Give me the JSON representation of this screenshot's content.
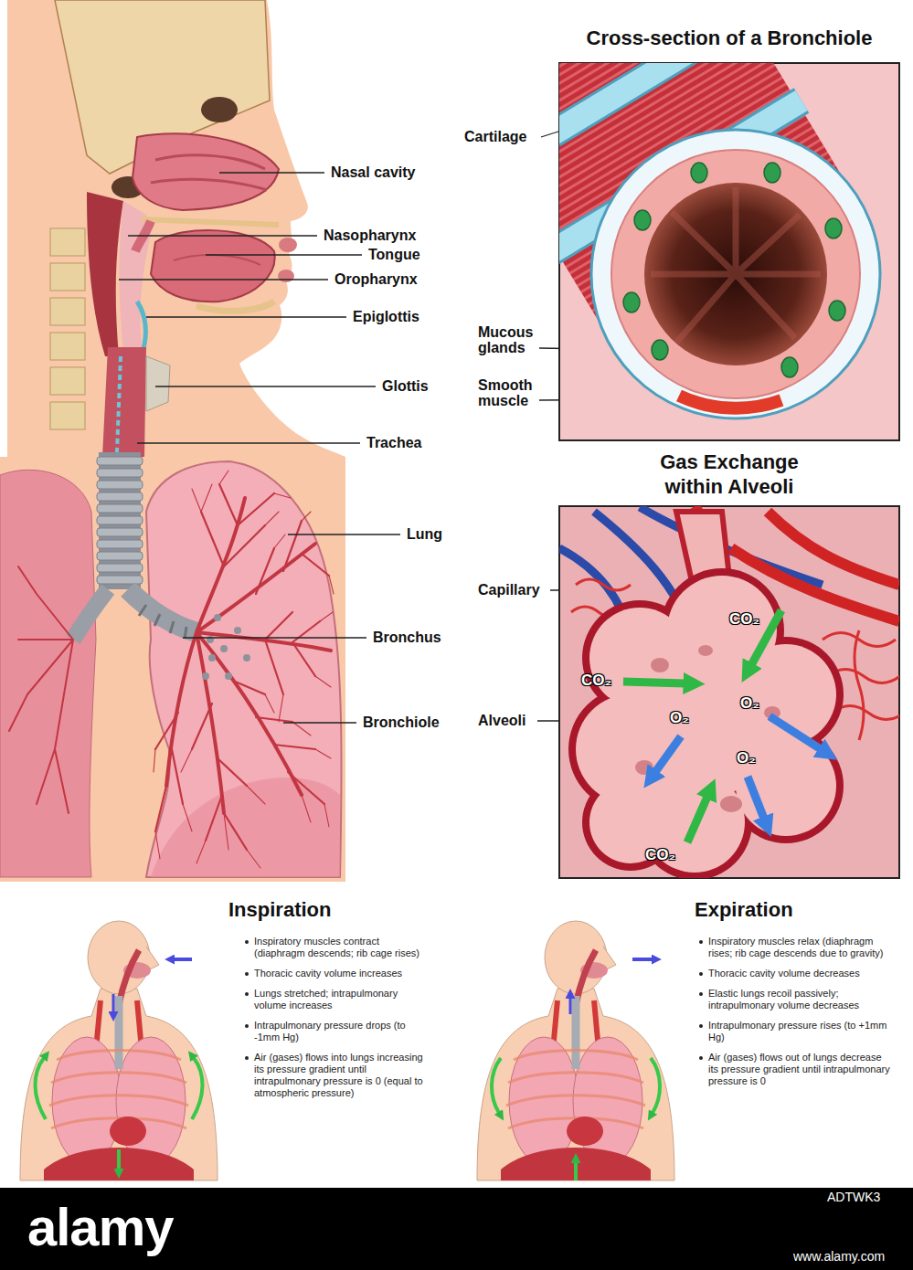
{
  "diagram": {
    "nodes": [
      {
        "text": [
          "Cross-section of a Bronchiole"
        ]
      },
      {
        "text": [
          "Gas Exchange within Alveoli"
        ]
      }
    ],
    "labels": [
      "Nasal cavity",
      "Nasopharynx",
      "Tongue",
      "Oropharynx",
      "Epiglottis",
      "Glottis",
      "Trachea",
      "Lung",
      "Bronchus",
      "Bronchiole",
      "Cartilage",
      "Mucous glands",
      "Smooth muscle",
      "Capillary",
      "Alveoli",
      "CO₂",
      "CO₂",
      "O₂",
      "O₂",
      "O₂",
      "CO₂",
      "Inspiration",
      "Inspiratory muscles contract (diaphragm descends; rib cage rises)",
      "Thoracic cavity volume increases",
      "Lungs stretched; intrapulmonary volume increases",
      "Intrapulmonary pressure drops (to -1mm Hg)",
      "Air (gases) flows into lungs increasing its pressure gradient until intrapulmonary pressure is 0 (equal to atmospheric pressure)",
      "Expiration",
      "Inspiratory muscles relax (diaphragm rises; rib cage descends due to gravity)",
      "Thoracic cavity volume decreases",
      "Elastic lungs recoil passively; intrapulmonary volume decreases",
      "Intrapulmonary pressure rises (to +1mm Hg)",
      "Air (gases) flows out of lungs decrease its pressure gradient until intrapulmonary pressure is 0",
      "alamy",
      "ADTWK3",
      "www.alamy.com"
    ]
  }
}
